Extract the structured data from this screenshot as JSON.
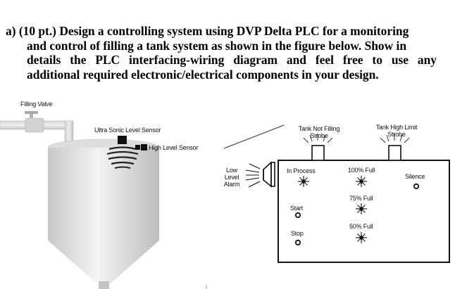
{
  "question": {
    "lines": [
      "a) (10 pt.) Design a controlling system using DVP Delta PLC for a monitoring",
      "and control of filling a tank system as shown in the figure below. Show in",
      "details the PLC interfacing-wiring diagram and feel free to use any",
      "additional required electronic/electrical components in your design."
    ]
  },
  "figure": {
    "filling_valve": "Filling Valve",
    "ultrasonic_sensor": "Ultra Sonic Level Sensor",
    "high_level_sensor": "High Level Sensor",
    "low_level_alarm": [
      "Low",
      "Level",
      "Alarm"
    ],
    "tank_not_filling_strobe": [
      "Tank Not Filling",
      "Strobe"
    ],
    "tank_high_limit_strobe": [
      "Tank High Limit",
      "Strobe"
    ],
    "panel": {
      "in_process": "In Process",
      "full_100": "100% Full",
      "full_75": "75% Full",
      "full_50": "50% Full",
      "start": "Start",
      "stop": "Stop",
      "silence": "Silence"
    }
  }
}
